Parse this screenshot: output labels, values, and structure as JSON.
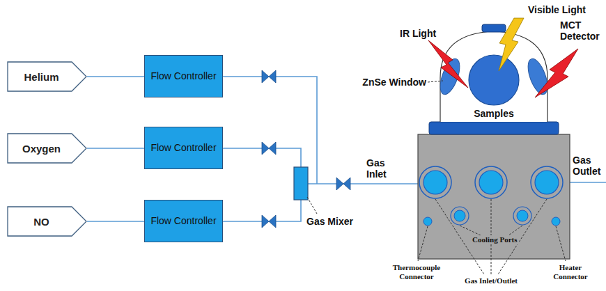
{
  "diagram": {
    "nodes": [
      {
        "text": [
          "Helium"
        ]
      },
      {
        "text": [
          "Flow Controller"
        ]
      },
      {
        "text": [
          "Oxygen"
        ]
      },
      {
        "text": [
          "Flow Controller"
        ]
      },
      {
        "text": [
          "NO"
        ]
      },
      {
        "text": [
          "Flow Controller"
        ]
      }
    ],
    "edges": [
      {
        "from": 0,
        "to": 1,
        "arrow": "none"
      },
      {
        "from": 2,
        "to": 3,
        "arrow": "none"
      },
      {
        "from": 4,
        "to": 5,
        "arrow": "none"
      }
    ],
    "labels": [
      "Gas Mixer",
      "Gas Inlet",
      "Gas Outlet",
      "IR Light",
      "Visible Light",
      "MCT Detector",
      "ZnSe Window",
      "Samples",
      "Cooling Ports",
      "Thermocouple Connector",
      "Gas Inlet/Outlet",
      "Heater Connector"
    ]
  }
}
